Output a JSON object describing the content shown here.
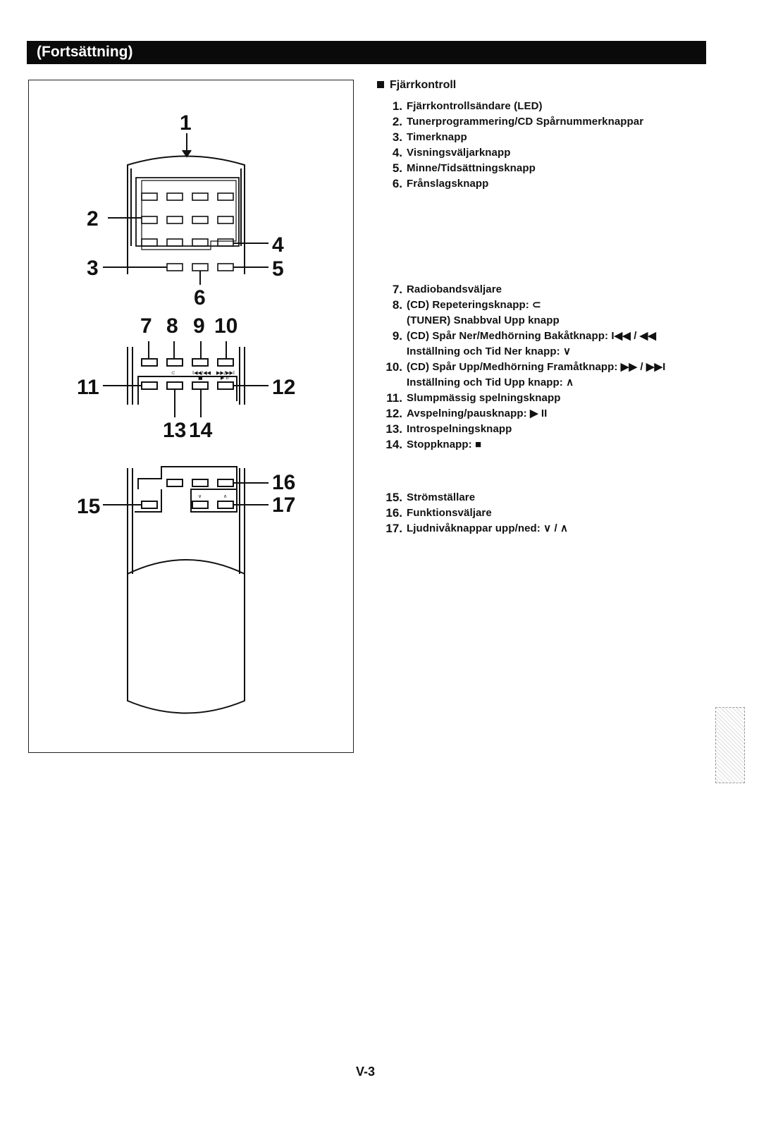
{
  "header": {
    "title": "(Fortsättning)"
  },
  "section": {
    "title": "Fjärrkontroll"
  },
  "group1": [
    {
      "num": "1.",
      "text": "Fjärrkontrollsändare (LED)",
      "sub": ""
    },
    {
      "num": "2.",
      "text": "Tunerprogrammering/CD Spårnummerknappar",
      "sub": ""
    },
    {
      "num": "3.",
      "text": "Timerknapp",
      "sub": ""
    },
    {
      "num": "4.",
      "text": "Visningsväljarknapp",
      "sub": ""
    },
    {
      "num": "5.",
      "text": "Minne/Tidsättningsknapp",
      "sub": ""
    },
    {
      "num": "6.",
      "text": "Frånslagsknapp",
      "sub": ""
    }
  ],
  "group2": [
    {
      "num": "7.",
      "text": "Radiobandsväljare",
      "sub": ""
    },
    {
      "num": "8.",
      "text": "(CD) Repeteringsknapp: ⊂",
      "sub": "(TUNER) Snabbval Upp knapp"
    },
    {
      "num": "9.",
      "text": "(CD) Spår Ner/Medhörning Bakåtknapp: I◀◀ / ◀◀",
      "sub": "Inställning och Tid Ner knapp: ∨"
    },
    {
      "num": "10.",
      "text": "(CD) Spår Upp/Medhörning Framåtknapp: ▶▶ / ▶▶I",
      "sub": "Inställning och Tid Upp knapp: ∧"
    },
    {
      "num": "11.",
      "text": "Slumpmässig spelningsknapp",
      "sub": ""
    },
    {
      "num": "12.",
      "text": "Avspelning/pausknapp: ▶ II",
      "sub": ""
    },
    {
      "num": "13.",
      "text": "Introspelningsknapp",
      "sub": ""
    },
    {
      "num": "14.",
      "text": "Stoppknapp: ■",
      "sub": ""
    }
  ],
  "group3": [
    {
      "num": "15.",
      "text": "Strömställare",
      "sub": ""
    },
    {
      "num": "16.",
      "text": "Funktionsväljare",
      "sub": ""
    },
    {
      "num": "17.",
      "text": "Ljudnivåknappar upp/ned: ∨ / ∧",
      "sub": ""
    }
  ],
  "figure": {
    "labels": [
      "1",
      "2",
      "3",
      "4",
      "5",
      "6",
      "7",
      "8",
      "9",
      "10",
      "11",
      "12",
      "13",
      "14",
      "15",
      "16",
      "17"
    ],
    "small_marks": {
      "repeat": "⊂",
      "prev": "I◀◀/◀◀",
      "next": "▶▶/▶▶I",
      "stop": "■",
      "play": "▶ II",
      "down": "∨",
      "up": "∧"
    }
  },
  "footer": {
    "page": "V-3"
  }
}
